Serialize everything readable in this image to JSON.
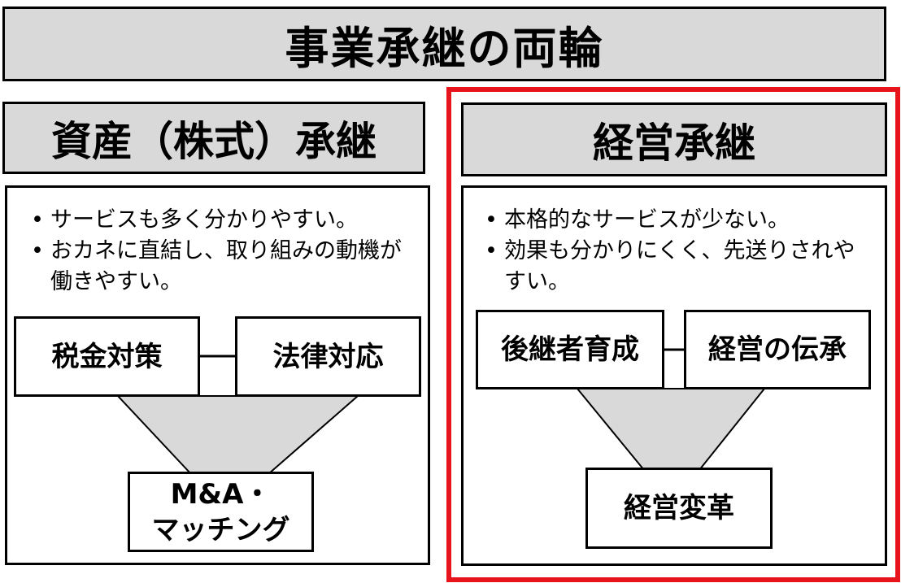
{
  "title": "事業承継の両輪",
  "left": {
    "heading": "資産（株式）承継",
    "bullets": [
      "サービスも多く分かりやすい。",
      "おカネに直結し、取り組みの動機が働きやすい。"
    ],
    "node_top_left": "税金対策",
    "node_top_right": "法律対応",
    "node_bottom_line1": "M&A・",
    "node_bottom_line2": "マッチング"
  },
  "right": {
    "heading": "経営承継",
    "bullets": [
      "本格的なサービスが少ない。",
      "効果も分かりにくく、先送りされやすい。"
    ],
    "node_top_left": "後継者育成",
    "node_top_right": "経営の伝承",
    "node_bottom": "経営変革"
  },
  "colors": {
    "highlight": "#e8141b",
    "heading_fill": "#d9d9d9",
    "funnel_fill": "#d9d9d9"
  },
  "bullet_symbol": "•"
}
